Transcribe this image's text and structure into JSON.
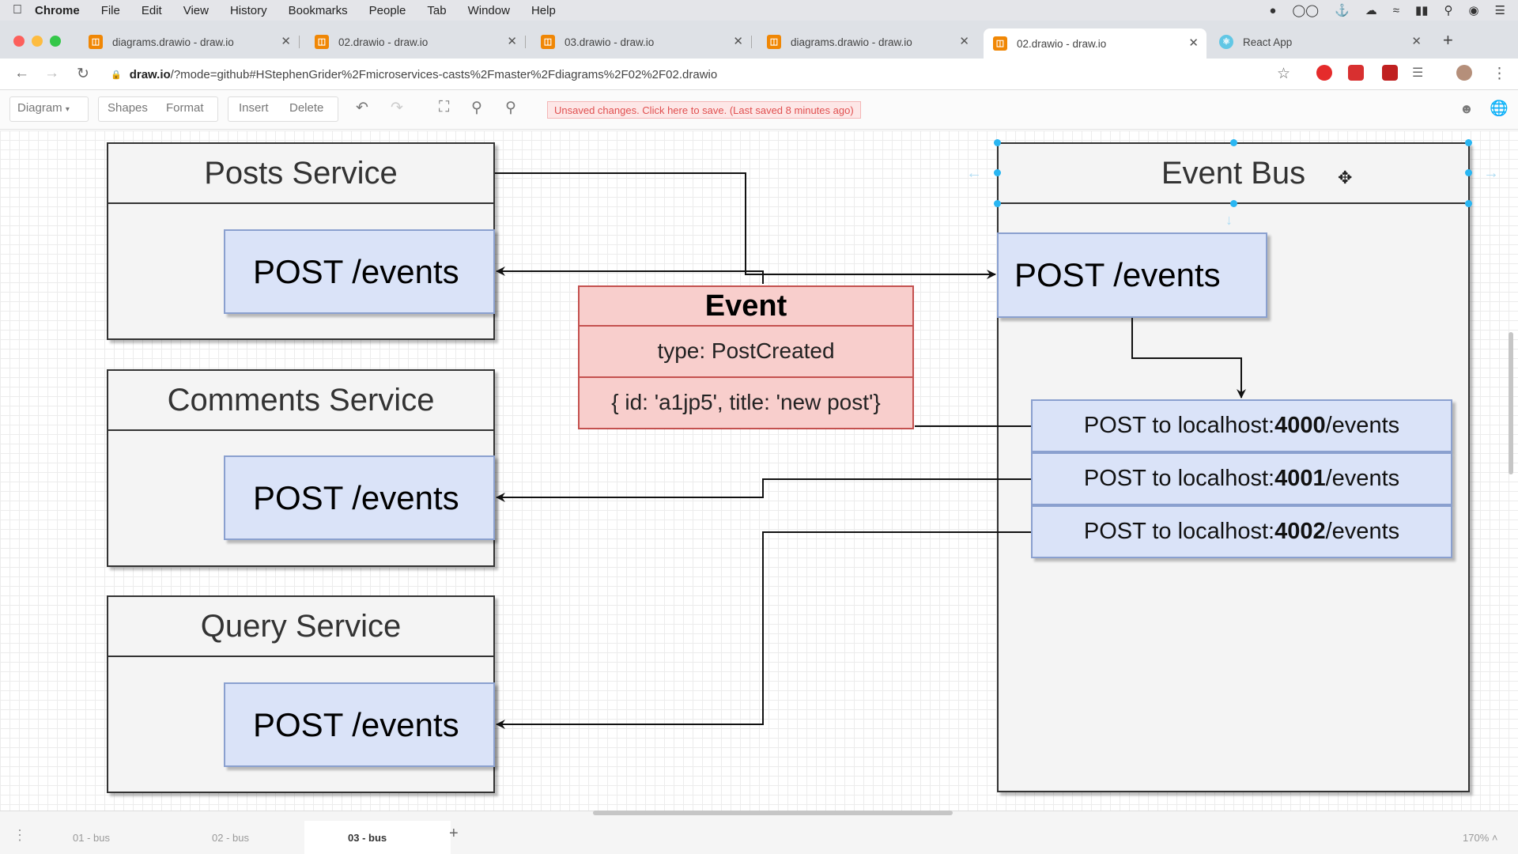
{
  "menubar": {
    "app": "Chrome",
    "items": [
      "File",
      "Edit",
      "View",
      "History",
      "Bookmarks",
      "People",
      "Tab",
      "Window",
      "Help"
    ]
  },
  "tabs": [
    {
      "title": "diagrams.drawio - draw.io",
      "active": false
    },
    {
      "title": "02.drawio - draw.io",
      "active": false
    },
    {
      "title": "03.drawio - draw.io",
      "active": false
    },
    {
      "title": "diagrams.drawio - draw.io",
      "active": false
    },
    {
      "title": "02.drawio - draw.io",
      "active": true
    },
    {
      "title": "React App",
      "active": false
    }
  ],
  "address": {
    "domain": "draw.io",
    "path": "/?mode=github#HStephenGrider%2Fmicroservices-casts%2Fmaster%2Fdiagrams%2F02%2F02.drawio"
  },
  "toolbar": {
    "diagram": "Diagram",
    "shapes": "Shapes",
    "format": "Format",
    "insert": "Insert",
    "delete": "Delete",
    "unsaved": "Unsaved changes. Click here to save. (Last saved 8 minutes ago)"
  },
  "diagram": {
    "services": [
      {
        "title": "Posts Service",
        "endpoint": "POST /events"
      },
      {
        "title": "Comments Service",
        "endpoint": "POST /events"
      },
      {
        "title": "Query Service",
        "endpoint": "POST /events"
      }
    ],
    "event": {
      "title": "Event",
      "type": "type: PostCreated",
      "payload": "{ id: 'a1jp5', title: 'new post'}"
    },
    "bus": {
      "title": "Event Bus",
      "endpoint": "POST /events",
      "routes": [
        {
          "prefix": "POST to localhost:",
          "port": "4000",
          "suffix": "/events"
        },
        {
          "prefix": "POST to localhost:",
          "port": "4001",
          "suffix": "/events"
        },
        {
          "prefix": "POST to localhost:",
          "port": "4002",
          "suffix": "/events"
        }
      ]
    }
  },
  "pages": {
    "tabs": [
      "01 - bus",
      "02 - bus",
      "03 - bus"
    ],
    "active_index": 2,
    "zoom": "170%"
  },
  "colors": {
    "service_fill": "#f4f4f4",
    "endpoint_fill": "#dae3f8",
    "endpoint_border": "#8aa0cf",
    "event_fill": "#f8cecc",
    "event_border": "#c4514f",
    "selection": "#29b6f2"
  }
}
